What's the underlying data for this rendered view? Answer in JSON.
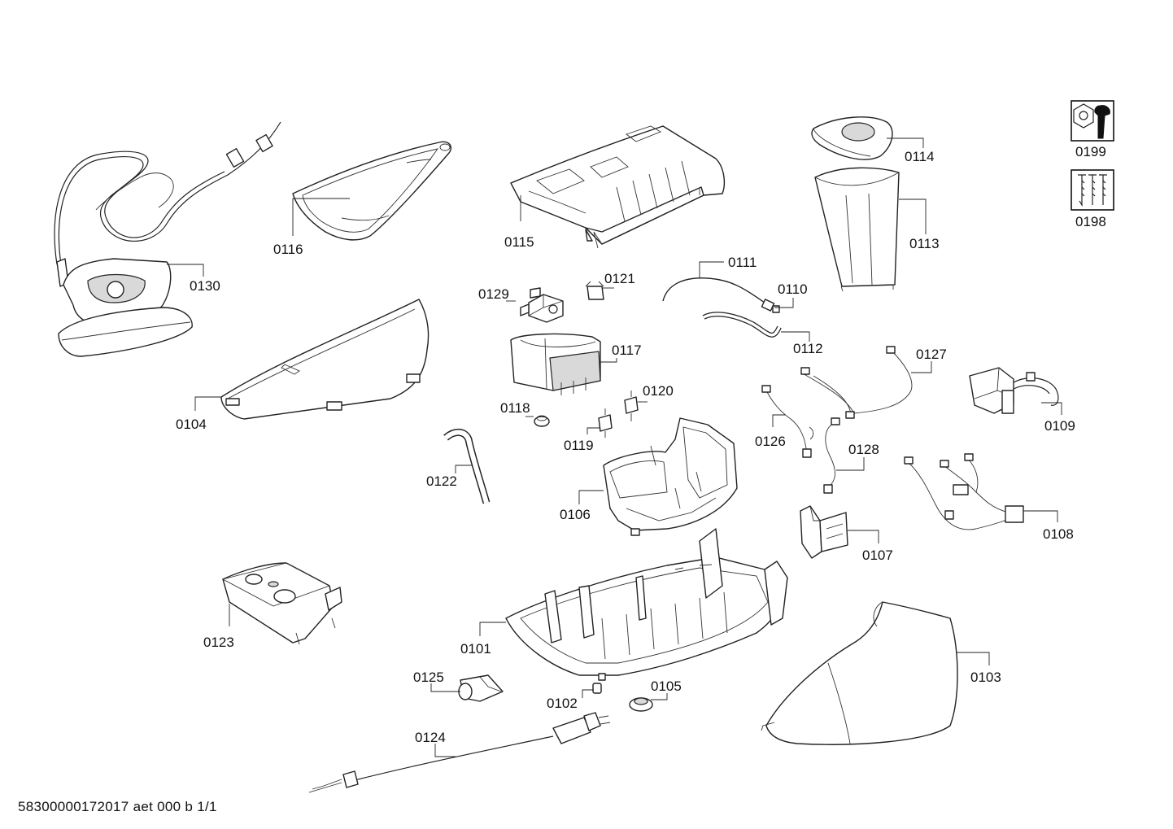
{
  "footer": "58300000172017 aet 000 b 1/1",
  "parts": {
    "p0101": "0101",
    "p0102": "0102",
    "p0103": "0103",
    "p0104": "0104",
    "p0105": "0105",
    "p0106": "0106",
    "p0107": "0107",
    "p0108": "0108",
    "p0109": "0109",
    "p0110": "0110",
    "p0111": "0111",
    "p0112": "0112",
    "p0113": "0113",
    "p0114": "0114",
    "p0115": "0115",
    "p0116": "0116",
    "p0117": "0117",
    "p0118": "0118",
    "p0119": "0119",
    "p0120": "0120",
    "p0121": "0121",
    "p0122": "0122",
    "p0123": "0123",
    "p0124": "0124",
    "p0125": "0125",
    "p0126": "0126",
    "p0127": "0127",
    "p0128": "0128",
    "p0129": "0129",
    "p0130": "0130",
    "p0198": "0198",
    "p0199": "0199"
  },
  "icons": {
    "service": "wrench-nut-icon",
    "screws": "screws-icon"
  }
}
